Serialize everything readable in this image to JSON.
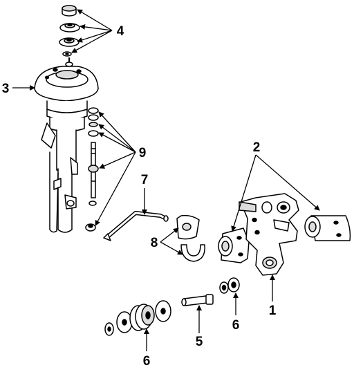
{
  "callouts": {
    "c1": "1",
    "c2": "2",
    "c3": "3",
    "c4": "4",
    "c5": "5",
    "c6a": "6",
    "c6b": "6",
    "c7": "7",
    "c8": "8",
    "c9": "9"
  },
  "colors": {
    "stroke": "#000000",
    "fill": "#ffffff",
    "shade": "#dcdcdc"
  }
}
